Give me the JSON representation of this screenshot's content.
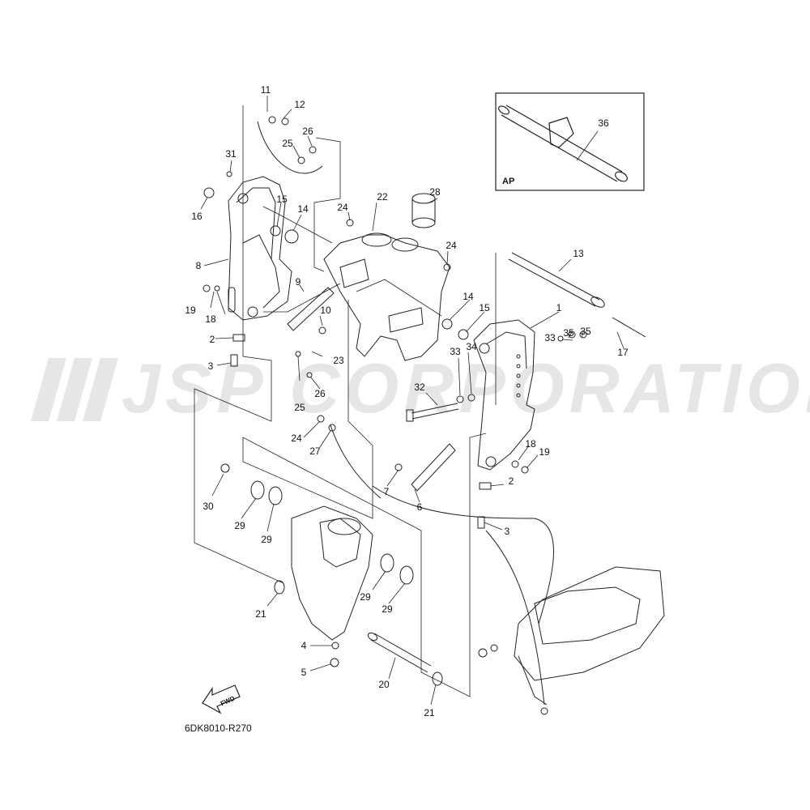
{
  "watermark": {
    "text": "JSP CORPORATION"
  },
  "diagram_code": "6DK8010-R270",
  "inset": {
    "label": "AP",
    "part": "36"
  },
  "fwd_arrow": {
    "label": "FWD"
  },
  "callouts": {
    "c1": "1",
    "c2a": "2",
    "c2b": "2",
    "c3a": "3",
    "c3b": "3",
    "c4": "4",
    "c5": "5",
    "c6": "6",
    "c7": "7",
    "c8": "8",
    "c9": "9",
    "c10": "10",
    "c11": "11",
    "c12": "12",
    "c13": "13",
    "c14a": "14",
    "c14b": "14",
    "c15a": "15",
    "c15b": "15",
    "c16": "16",
    "c17": "17",
    "c18a": "18",
    "c18b": "18",
    "c19a": "19",
    "c19b": "19",
    "c20": "20",
    "c21a": "21",
    "c21b": "21",
    "c22": "22",
    "c23": "23",
    "c24a": "24",
    "c24b": "24",
    "c24c": "24",
    "c25a": "25",
    "c25b": "25",
    "c26a": "26",
    "c26b": "26",
    "c27": "27",
    "c28": "28",
    "c29a": "29",
    "c29b": "29",
    "c29c": "29",
    "c29d": "29",
    "c30": "30",
    "c31": "31",
    "c32": "32",
    "c33a": "33",
    "c33b": "33",
    "c34": "34",
    "c35a": "35",
    "c35b": "35",
    "c36": "36"
  },
  "colors": {
    "line": "#222222",
    "watermark": "#cfcfcf"
  }
}
